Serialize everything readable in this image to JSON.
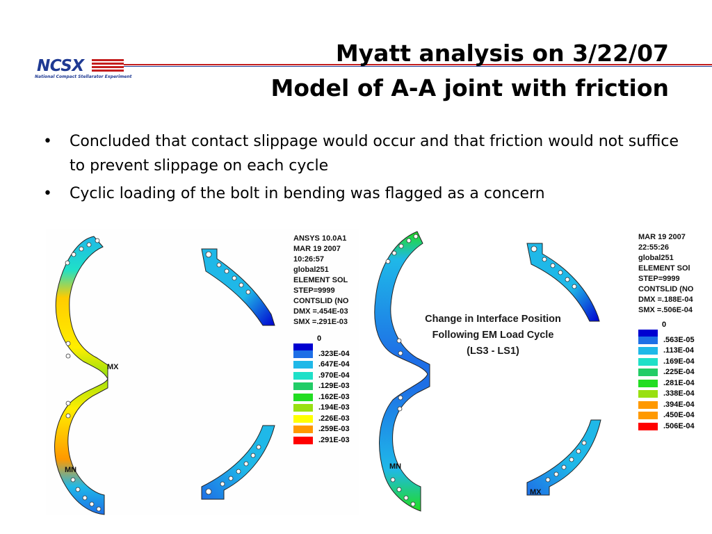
{
  "header": {
    "title_line1": "Myatt analysis on 3/22/07",
    "title_line2": "Model of A-A joint with friction",
    "logo_text": "NCSX",
    "logo_subtitle": "National Compact Stellarator Experiment",
    "brand_red": "#c41e1e",
    "brand_blue": "#1f3a93"
  },
  "bullets": [
    "Concluded that contact slippage would occur and that friction would not suffice to prevent slippage on each cycle",
    "Cyclic loading of the bolt in bending was flagged as a concern"
  ],
  "bullet_glyph": "•",
  "left_plot": {
    "info_lines": [
      "ANSYS 10.0A1",
      "MAR 19 2007",
      "10:26:57",
      "global251",
      "ELEMENT SOL",
      "STEP=9999",
      "CONTSLID (NO",
      "DMX =.454E-03",
      "SMX =.291E-03"
    ],
    "legend": [
      {
        "label": "0",
        "color": "#0000d0"
      },
      {
        "label": ".323E-04",
        "color": "#1e6fe6"
      },
      {
        "label": ".647E-04",
        "color": "#1fb8e8"
      },
      {
        "label": ".970E-04",
        "color": "#1fe0c8"
      },
      {
        "label": ".129E-03",
        "color": "#22cc66"
      },
      {
        "label": ".162E-03",
        "color": "#22dd22"
      },
      {
        "label": ".194E-03",
        "color": "#99e011"
      },
      {
        "label": ".226E-03",
        "color": "#ffff00"
      },
      {
        "label": ".259E-03",
        "color": "#ff9900"
      },
      {
        "label": ".291E-03",
        "color": "#ff0000"
      }
    ],
    "max_label": "MX",
    "min_label": "MN"
  },
  "right_plot": {
    "info_lines": [
      "MAR 19 2007",
      "22:55:26",
      "global251",
      "ELEMENT SOl",
      "STEP=9999",
      "CONTSLID (NO",
      "DMX =.188E-04",
      "SMX =.506E-04"
    ],
    "legend": [
      {
        "label": "0",
        "color": "#0000d0"
      },
      {
        "label": ".563E-05",
        "color": "#1e6fe6"
      },
      {
        "label": ".113E-04",
        "color": "#1fb8e8"
      },
      {
        "label": ".169E-04",
        "color": "#1fe0c8"
      },
      {
        "label": ".225E-04",
        "color": "#22cc66"
      },
      {
        "label": ".281E-04",
        "color": "#22dd22"
      },
      {
        "label": ".338E-04",
        "color": "#99e011"
      },
      {
        "label": ".394E-04",
        "color": "#ff9900"
      },
      {
        "label": ".450E-04",
        "color": "#ff9900"
      },
      {
        "label": ".506E-04",
        "color": "#ff0000"
      }
    ],
    "note_line1": "Change in Interface Position",
    "note_line2": "Following EM Load Cycle",
    "note_line3": "(LS3 - LS1)",
    "max_label": "MX",
    "min_label": "MN"
  }
}
